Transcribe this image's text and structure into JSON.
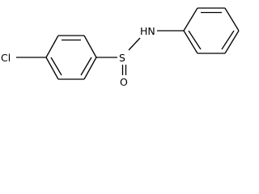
{
  "molecule": {
    "atoms": {
      "chlorine": "Cl",
      "sulfur": "S",
      "nitrogen_hydrogen": "HN",
      "oxygen": "O"
    }
  }
}
